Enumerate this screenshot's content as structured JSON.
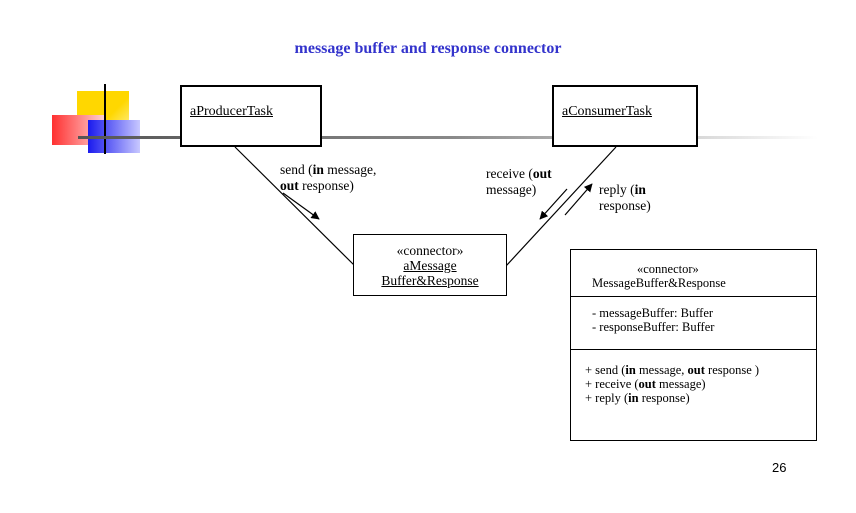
{
  "title": "message buffer and response connector",
  "producer": {
    "name": "aProducerTask"
  },
  "consumer": {
    "name": "aConsumerTask"
  },
  "send_label": {
    "l1_a": "send (",
    "l1_b": "in",
    "l1_c": " message,",
    "l2_a": "out",
    "l2_b": " response)"
  },
  "receive_label": {
    "l1_a": "receive (",
    "l1_b": "out",
    "l2": "message)"
  },
  "reply_label": {
    "l1_a": "reply (",
    "l1_b": "in",
    "l2": "response)"
  },
  "connector_object": {
    "stereotype": "«connector»",
    "name_l1": "aMessage",
    "name_l2": "Buffer&Response"
  },
  "connector_class": {
    "stereotype": "«connector»",
    "name": "MessageBuffer&Response",
    "attributes": [
      "- messageBuffer: Buffer",
      "- responseBuffer: Buffer"
    ],
    "op1": {
      "a": "+ send (",
      "b": "in",
      "c": " message, ",
      "d": "out",
      "e": " response )"
    },
    "op2": {
      "a": "+ receive  (",
      "b": "out",
      "c": " message)"
    },
    "op3": {
      "a": "+ reply (",
      "b": "in",
      "c": " response)"
    }
  },
  "page_number": "26",
  "colors": {
    "title": "#3333cc",
    "deco_yellow": "#ffd700",
    "deco_red": "#ff4444",
    "deco_blue": "#2222cc"
  }
}
